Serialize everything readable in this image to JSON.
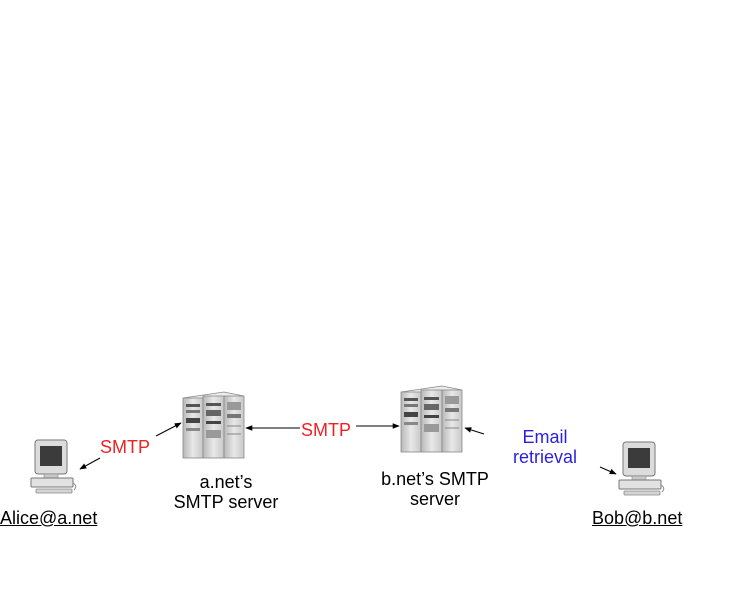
{
  "diagram": {
    "alice": {
      "label": "Alice@a.net"
    },
    "bob": {
      "label": "Bob@b.net"
    },
    "server_a": {
      "line1": "a.net’s",
      "line2": "SMTP server"
    },
    "server_b": {
      "line1": "b.net’s SMTP",
      "line2": "server"
    },
    "protocols": {
      "smtp_left": "SMTP",
      "smtp_middle": "SMTP",
      "retrieval_line1": "Email",
      "retrieval_line2": "retrieval"
    },
    "colors": {
      "smtp": "#ee2222",
      "retrieval": "#2a1fe0"
    }
  }
}
